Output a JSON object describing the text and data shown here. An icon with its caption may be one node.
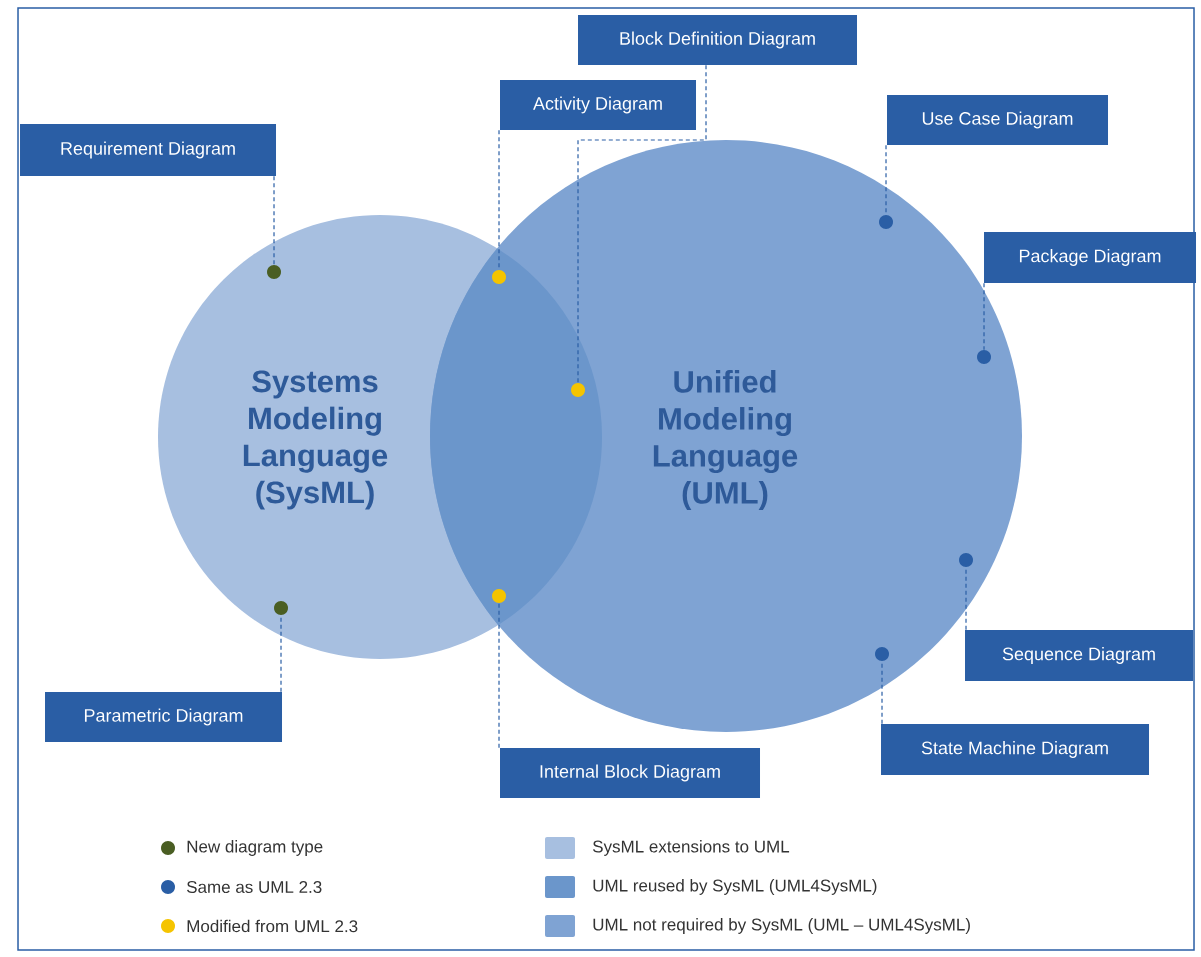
{
  "diagram": {
    "nodes": [
      {
        "text": [
          "Systems Modeling Language (SysML)"
        ]
      },
      {
        "text": [
          "Unified Modeling Language (UML)"
        ]
      },
      {
        "text": [
          "Block Definition Diagram"
        ]
      },
      {
        "text": [
          "Activity Diagram"
        ]
      },
      {
        "text": [
          "Use Case Diagram"
        ]
      },
      {
        "text": [
          "Requirement Diagram"
        ]
      },
      {
        "text": [
          "Package Diagram"
        ]
      },
      {
        "text": [
          "Parametric Diagram"
        ]
      },
      {
        "text": [
          "Sequence Diagram"
        ]
      },
      {
        "text": [
          "Internal Block Diagram"
        ]
      },
      {
        "text": [
          "State Machine Diagram"
        ]
      },
      {
        "text": [],
        "shape": "circle",
        "in": 0
      },
      {
        "text": [],
        "shape": "circle",
        "in": 0
      },
      {
        "text": [],
        "shape": "circle"
      },
      {
        "text": [],
        "shape": "circle"
      },
      {
        "text": [],
        "shape": "circle"
      },
      {
        "text": [],
        "shape": "circle",
        "in": 1
      },
      {
        "text": [],
        "shape": "circle",
        "in": 1
      },
      {
        "text": [],
        "shape": "circle",
        "in": 1
      },
      {
        "text": [],
        "shape": "circle",
        "in": 1
      }
    ],
    "edges": [
      {
        "from": 2,
        "to": 15,
        "arrow": "none",
        "style": "dashed"
      },
      {
        "from": 3,
        "to": 13,
        "arrow": "none",
        "style": "dashed"
      },
      {
        "from": 4,
        "to": 17,
        "arrow": "none",
        "style": "dashed"
      },
      {
        "from": 5,
        "to": 11,
        "arrow": "none",
        "style": "dashed"
      },
      {
        "from": 6,
        "to": 19,
        "arrow": "none",
        "style": "dashed"
      },
      {
        "from": 7,
        "to": 12,
        "arrow": "none",
        "style": "dashed"
      },
      {
        "from": 8,
        "to": 18,
        "arrow": "none",
        "style": "dashed"
      },
      {
        "from": 9,
        "to": 14,
        "arrow": "none",
        "style": "dashed"
      },
      {
        "from": 10,
        "to": 16,
        "arrow": "none",
        "style": "dashed"
      }
    ],
    "legend": [
      {
        "text": "New diagram type",
        "color": "#4a5e23"
      },
      {
        "text": "Same as UML 2.3",
        "color": "#2a5ea5"
      },
      {
        "text": "Modified from UML 2.3",
        "color": "#f5c400"
      },
      {
        "text": "SysML extensions to UML",
        "color": "#a7bfe0"
      },
      {
        "text": "UML reused by SysML (UML4SysML)",
        "color": "#6b96cb"
      },
      {
        "text": "UML not required by SysML (UML – UML4SysML)",
        "color": "#7fa3d3"
      }
    ]
  }
}
